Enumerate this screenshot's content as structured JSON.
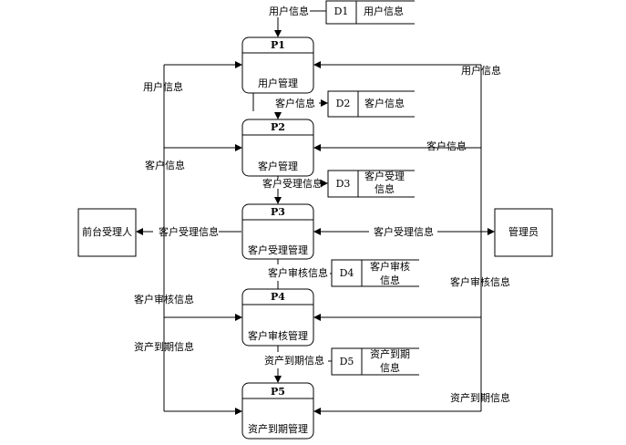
{
  "entities": {
    "front_desk": "前台受理人",
    "admin": "管理员"
  },
  "processes": [
    {
      "id": "P1",
      "name": "用户管理"
    },
    {
      "id": "P2",
      "name": "客户管理"
    },
    {
      "id": "P3",
      "name": "客户受理管理"
    },
    {
      "id": "P4",
      "name": "客户审核管理"
    },
    {
      "id": "P5",
      "name": "资产到期管理"
    }
  ],
  "stores": [
    {
      "id": "D1",
      "name_lines": [
        "用户信息"
      ]
    },
    {
      "id": "D2",
      "name_lines": [
        "客户信息"
      ]
    },
    {
      "id": "D3",
      "name_lines": [
        "客户受理",
        "信息"
      ]
    },
    {
      "id": "D4",
      "name_lines": [
        "客户审核",
        "信息"
      ]
    },
    {
      "id": "D5",
      "name_lines": [
        "资产到期",
        "信息"
      ]
    }
  ],
  "flow_labels": {
    "top_in": "用户信息",
    "p1_d2": "客户信息",
    "p2_d3": "客户受理信息",
    "p3_d4": "客户审核信息",
    "p4_d5": "资产到期信息",
    "left_user": "用户信息",
    "left_customer": "客户信息",
    "left_accept": "客户受理信息",
    "left_audit": "客户审核信息",
    "left_asset": "资产到期信息",
    "right_user": "用户信息",
    "right_customer": "客户信息",
    "right_accept": "客户受理信息",
    "right_audit": "客户审核信息",
    "right_asset": "资产到期信息"
  }
}
